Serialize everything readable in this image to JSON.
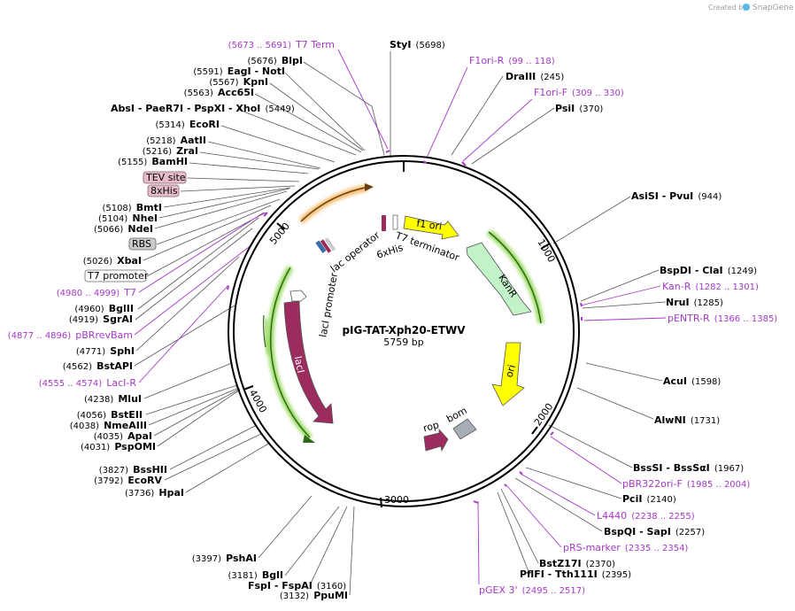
{
  "watermark": {
    "created_by": "Created by",
    "brand": "SnapGene"
  },
  "plasmid": {
    "name": "pIG-TAT-Xph20-ETWV",
    "length": "5759 bp"
  },
  "ticks": [
    "1000",
    "2000",
    "3000",
    "4000",
    "5000"
  ],
  "enzymes": [
    {
      "pos": "(5698)",
      "name": "StyI"
    },
    {
      "pos": "(5676)",
      "name": "BlpI"
    },
    {
      "pos": "(5591)",
      "name": "EagI",
      "extra": "- NotI"
    },
    {
      "pos": "(5567)",
      "name": "KpnI"
    },
    {
      "pos": "(5563)",
      "name": "Acc65I"
    },
    {
      "pos": "(5449)",
      "name": "AbsI",
      "extra": "- PaeR7I   - PspXI   - XhoI"
    },
    {
      "pos": "(5314)",
      "name": "EcoRI"
    },
    {
      "pos": "(5218)",
      "name": "AatII"
    },
    {
      "pos": "(5216)",
      "name": "ZraI"
    },
    {
      "pos": "(5155)",
      "name": "BamHI"
    },
    {
      "pos": "(5108)",
      "name": "BmtI"
    },
    {
      "pos": "(5104)",
      "name": "NheI"
    },
    {
      "pos": "(5066)",
      "name": "NdeI"
    },
    {
      "pos": "(5026)",
      "name": "XbaI"
    },
    {
      "pos": "(4960)",
      "name": "BglII"
    },
    {
      "pos": "(4919)",
      "name": "SgrAI"
    },
    {
      "pos": "(4771)",
      "name": "SphI"
    },
    {
      "pos": "(4562)",
      "name": "BstAPI"
    },
    {
      "pos": "(4238)",
      "name": "MluI"
    },
    {
      "pos": "(4056)",
      "name": "BstEII"
    },
    {
      "pos": "(4038)",
      "name": "NmeAIII"
    },
    {
      "pos": "(4035)",
      "name": "ApaI"
    },
    {
      "pos": "(4031)",
      "name": "PspOMI"
    },
    {
      "pos": "(3827)",
      "name": "BssHII"
    },
    {
      "pos": "(3792)",
      "name": "EcoRV"
    },
    {
      "pos": "(3736)",
      "name": "HpaI"
    },
    {
      "pos": "(3397)",
      "name": "PshAI"
    },
    {
      "pos": "(3181)",
      "name": "BglI"
    },
    {
      "pos": "(3160)",
      "name": "FspI",
      "extra": "- FspAI"
    },
    {
      "pos": "(3132)",
      "name": "PpuMI"
    },
    {
      "pos": "(245)",
      "name": "DraIII"
    },
    {
      "pos": "(370)",
      "name": "PsiI"
    },
    {
      "pos": "(944)",
      "name": "AsiSI",
      "extra": "- PvuI"
    },
    {
      "pos": "(1249)",
      "name": "BspDI",
      "extra": "- ClaI"
    },
    {
      "pos": "(1285)",
      "name": "NruI"
    },
    {
      "pos": "(1598)",
      "name": "AcuI"
    },
    {
      "pos": "(1731)",
      "name": "AlwNI"
    },
    {
      "pos": "(1967)",
      "name": "BssSI",
      "extra": "- BssSαI"
    },
    {
      "pos": "(2140)",
      "name": "PciI"
    },
    {
      "pos": "(2257)",
      "name": "BspQI",
      "extra": "- SapI"
    },
    {
      "pos": "(2370)",
      "name": "BstZ17I"
    },
    {
      "pos": "(2395)",
      "name": "PflFI",
      "extra": "- Tth111I"
    }
  ],
  "primers": [
    {
      "range": "(5673 .. 5691)",
      "name": "T7 Term"
    },
    {
      "name": "F1ori-R",
      "range": "(99 .. 118)"
    },
    {
      "name": "F1ori-F",
      "range": "(309 .. 330)"
    },
    {
      "range": "(4980 .. 4999)",
      "name": "T7"
    },
    {
      "range": "(4877 .. 4896)",
      "name": "pBRrevBam"
    },
    {
      "range": "(4555 .. 4574)",
      "name": "LacI-R"
    },
    {
      "name": "Kan-R",
      "range": "(1282 .. 1301)"
    },
    {
      "name": "pENTR-R",
      "range": "(1366 .. 1385)"
    },
    {
      "name": "pBR322ori-F",
      "range": "(1985 .. 2004)"
    },
    {
      "name": "L4440",
      "range": "(2238 .. 2255)"
    },
    {
      "name": "pRS-marker",
      "range": "(2335 .. 2354)"
    },
    {
      "name": "pGEX 3'",
      "range": "(2495 .. 2517)"
    }
  ],
  "boxes": [
    "TEV site",
    "8xHis",
    "RBS",
    "T7 promoter"
  ],
  "features": {
    "f1_ori": "f1 ori",
    "kanr": "KanR",
    "ori": "ori",
    "bom": "bom",
    "rop": "rop",
    "laci": "lacI",
    "laci_promoter": "lacI promoter",
    "lac_operator": "lac operator",
    "his6": "6xHis",
    "t7_terminator": "T7 terminator"
  },
  "colors": {
    "primer": "#a537c9",
    "f1_ori": "#ffff00",
    "kanr": "#c2f2c8",
    "ori": "#ffff00",
    "laci": "#9b2c5d",
    "rop": "#9b2c5d",
    "bom": "#a7adb5",
    "highlight_green": "#7ccf35",
    "highlight_orange": "#f0a43c"
  }
}
